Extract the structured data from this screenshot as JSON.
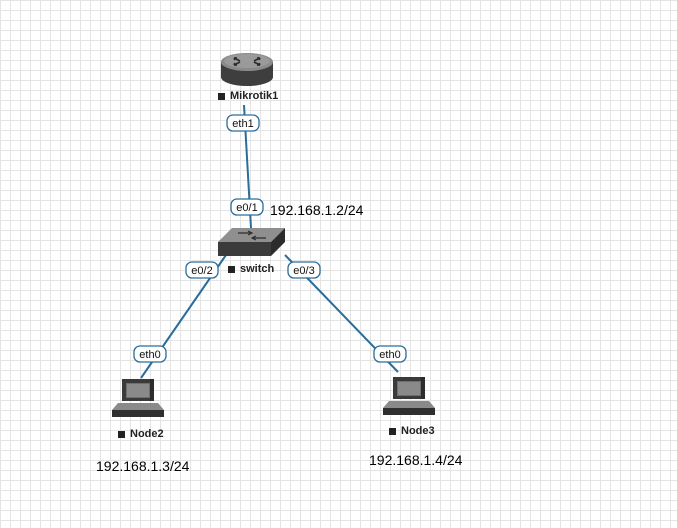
{
  "nodes": {
    "router": {
      "label": "Mikrotik1",
      "icon": "router-icon"
    },
    "switch": {
      "label": "switch",
      "icon": "switch-icon"
    },
    "node2": {
      "label": "Node2",
      "icon": "computer-icon"
    },
    "node3": {
      "label": "Node3",
      "icon": "computer-icon"
    }
  },
  "ports": {
    "router_eth1": "eth1",
    "switch_e01": "e0/1",
    "switch_e02": "e0/2",
    "switch_e03": "e0/3",
    "node2_eth0": "eth0",
    "node3_eth0": "eth0"
  },
  "ips": {
    "switch": "192.168.1.2/24",
    "node2": "192.168.1.3/24",
    "node3": "192.168.1.4/24"
  },
  "colors": {
    "link": "#2a6d9a",
    "grid": "#e4e4e4"
  }
}
